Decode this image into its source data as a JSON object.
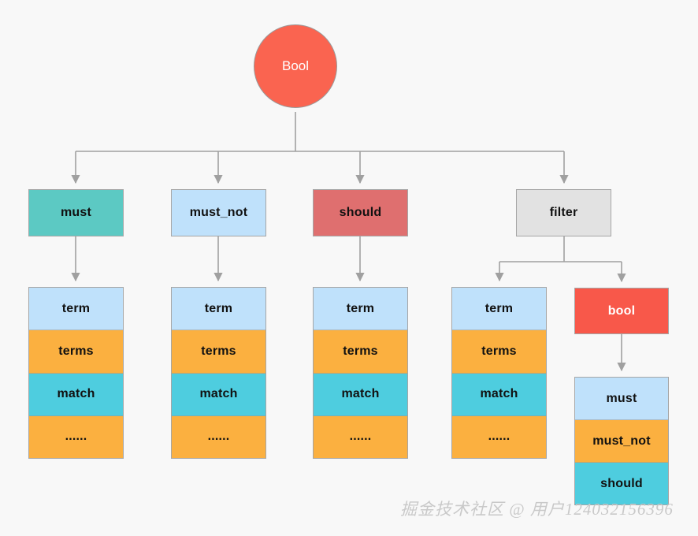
{
  "diagram": {
    "title_node": {
      "label": "Bool",
      "shape": "circle",
      "color": "#fa6450",
      "text_color": "#ffffff"
    },
    "background": "#f8f8f8",
    "line_color": "#a0a0a0",
    "palette": {
      "teal": "#5cc9c3",
      "light_blue": "#bfe1fb",
      "rose": "#df6f6f",
      "gray": "#e2e2e2",
      "orange": "#fbb040",
      "cyan": "#4ecddf",
      "red": "#f8584a"
    },
    "level2": [
      {
        "label": "must",
        "color": "#5cc9c3",
        "text_color": "#111111"
      },
      {
        "label": "must_not",
        "color": "#bfe1fb",
        "text_color": "#111111"
      },
      {
        "label": "should",
        "color": "#df6f6f",
        "text_color": "#111111"
      },
      {
        "label": "filter",
        "color": "#e2e2e2",
        "text_color": "#111111"
      }
    ],
    "leaf_stacks": [
      {
        "parent": "must",
        "rows": [
          {
            "label": "term",
            "color": "#bfe1fb"
          },
          {
            "label": "terms",
            "color": "#fbb040"
          },
          {
            "label": "match",
            "color": "#4ecddf"
          },
          {
            "label": "......",
            "color": "#fbb040"
          }
        ]
      },
      {
        "parent": "must_not",
        "rows": [
          {
            "label": "term",
            "color": "#bfe1fb"
          },
          {
            "label": "terms",
            "color": "#fbb040"
          },
          {
            "label": "match",
            "color": "#4ecddf"
          },
          {
            "label": "......",
            "color": "#fbb040"
          }
        ]
      },
      {
        "parent": "should",
        "rows": [
          {
            "label": "term",
            "color": "#bfe1fb"
          },
          {
            "label": "terms",
            "color": "#fbb040"
          },
          {
            "label": "match",
            "color": "#4ecddf"
          },
          {
            "label": "......",
            "color": "#fbb040"
          }
        ]
      },
      {
        "parent": "filter",
        "rows": [
          {
            "label": "term",
            "color": "#bfe1fb"
          },
          {
            "label": "terms",
            "color": "#fbb040"
          },
          {
            "label": "match",
            "color": "#4ecddf"
          },
          {
            "label": "......",
            "color": "#fbb040"
          }
        ]
      }
    ],
    "filter_bool": {
      "label": "bool",
      "color": "#f8584a",
      "text_color": "#ffffff"
    },
    "bool_stack": {
      "rows": [
        {
          "label": "must",
          "color": "#bfe1fb"
        },
        {
          "label": "must_not",
          "color": "#fbb040"
        },
        {
          "label": "should",
          "color": "#4ecddf"
        }
      ]
    }
  },
  "watermark": {
    "text": "掘金技术社区 @ 用户124032156396"
  }
}
